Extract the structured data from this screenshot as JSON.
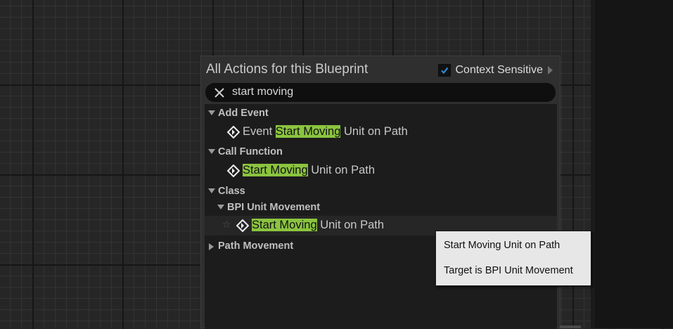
{
  "menu": {
    "title": "All Actions for this Blueprint",
    "context_sensitive": {
      "label": "Context Sensitive",
      "checked": true
    }
  },
  "search": {
    "value": "start moving",
    "placeholder": ""
  },
  "tree": {
    "add_event": {
      "label": "Add Event",
      "item": {
        "prefix": "Event ",
        "match": "Start Moving",
        "suffix": " Unit on Path"
      }
    },
    "call_function": {
      "label": "Call Function",
      "item": {
        "prefix": "",
        "match": "Start Moving",
        "suffix": " Unit on Path"
      }
    },
    "class": {
      "label": "Class",
      "bpi_unit_movement": {
        "label": "BPI Unit Movement",
        "item": {
          "prefix": "",
          "match": "Start Moving",
          "suffix": " Unit on Path"
        }
      }
    },
    "path_movement": {
      "label": "Path Movement"
    }
  },
  "tooltip": {
    "line1": "Start Moving Unit on Path",
    "line2": "Target is BPI Unit Movement"
  },
  "colors": {
    "highlight": "#8bc43f",
    "checkbox_check": "#2f8cd8"
  },
  "icons": [
    "close-icon",
    "function-icon",
    "star-icon",
    "chevron-right-icon",
    "chevron-down-icon"
  ]
}
